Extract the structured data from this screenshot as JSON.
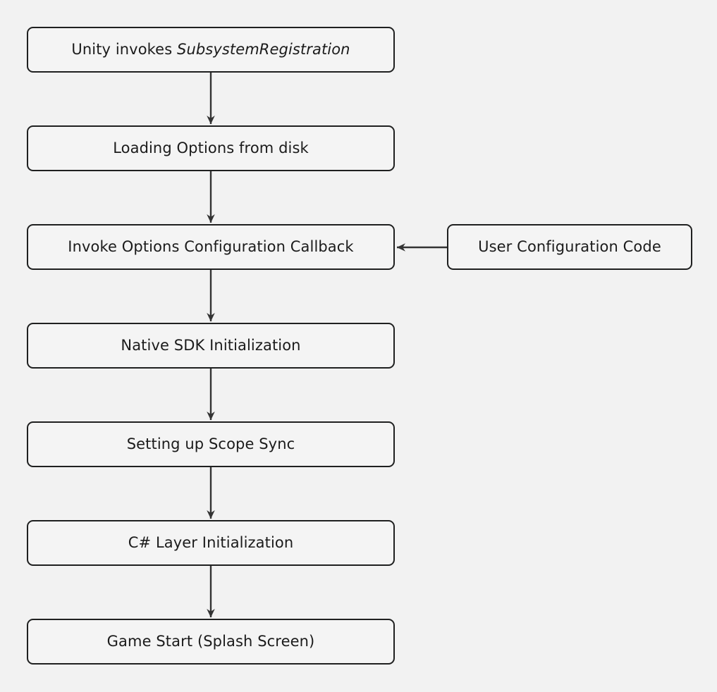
{
  "diagram": {
    "type": "flowchart",
    "direction": "top-to-bottom",
    "background_color": "#f2f2f2",
    "node_fill_color": "#f4f4f4",
    "node_border_color": "#1f2020",
    "text_color": "#1b1b1b",
    "edge_color": "#333333",
    "nodes": [
      {
        "id": "n1",
        "label_prefix": "Unity invokes ",
        "label_emphasis": "SubsystemRegistration",
        "label_full": "Unity invokes SubsystemRegistration"
      },
      {
        "id": "n2",
        "label_full": "Loading Options from disk"
      },
      {
        "id": "n3",
        "label_full": "Invoke Options Configuration Callback"
      },
      {
        "id": "n4",
        "label_full": "Native SDK Initialization"
      },
      {
        "id": "n5",
        "label_full": "Setting up Scope Sync"
      },
      {
        "id": "n6",
        "label_full": "C# Layer Initialization"
      },
      {
        "id": "n7",
        "label_full": "Game Start (Splash Screen)"
      },
      {
        "id": "n8",
        "label_full": "User Configuration Code"
      }
    ],
    "edges": [
      {
        "from": "n1",
        "to": "n2",
        "orientation": "vertical",
        "arrowhead": "end"
      },
      {
        "from": "n2",
        "to": "n3",
        "orientation": "vertical",
        "arrowhead": "end"
      },
      {
        "from": "n3",
        "to": "n4",
        "orientation": "vertical",
        "arrowhead": "end"
      },
      {
        "from": "n4",
        "to": "n5",
        "orientation": "vertical",
        "arrowhead": "end"
      },
      {
        "from": "n5",
        "to": "n6",
        "orientation": "vertical",
        "arrowhead": "end"
      },
      {
        "from": "n6",
        "to": "n7",
        "orientation": "vertical",
        "arrowhead": "end"
      },
      {
        "from": "n8",
        "to": "n3",
        "orientation": "horizontal-right-to-left",
        "arrowhead": "end"
      }
    ]
  }
}
